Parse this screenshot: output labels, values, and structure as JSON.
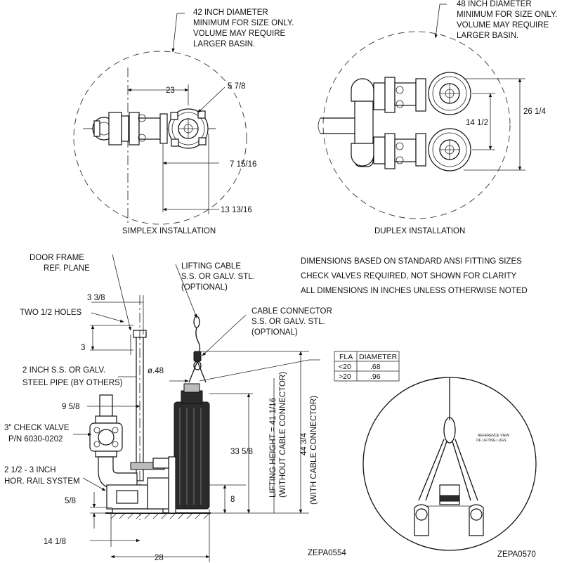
{
  "simplex": {
    "basin_note": [
      "42 INCH DIAMETER",
      "MINIMUM FOR SIZE ONLY.",
      "VOLUME MAY REQUIRE",
      "LARGER BASIN."
    ],
    "dim_23": "23",
    "dim_5_7_8": "5 7/8",
    "dim_7_15_16": "7 15/16",
    "dim_13_13_16": "13 13/16",
    "title": "SIMPLEX INSTALLATION"
  },
  "duplex": {
    "basin_note": [
      "48 INCH DIAMETER",
      "MINIMUM FOR SIZE ONLY.",
      "VOLUME MAY REQUIRE",
      "LARGER BASIN."
    ],
    "dim_26_1_4": "26 1/4",
    "dim_14_1_2": "14 1/2",
    "title": "DUPLEX INSTALLATION"
  },
  "notes": [
    "DIMENSIONS BASED ON STANDARD ANSI FITTING SIZES",
    "CHECK VALVES REQUIRED, NOT SHOWN FOR CLARITY",
    "ALL DIMENSIONS IN INCHES UNLESS OTHERWISE NOTED"
  ],
  "elevation": {
    "door_frame": [
      "DOOR FRAME",
      "REF. PLANE"
    ],
    "lifting_cable": [
      "LIFTING CABLE",
      "S.S. OR GALV. STL.",
      "(OPTIONAL)"
    ],
    "cable_connector": [
      "CABLE CONNECTOR",
      "S.S. OR GALV. STL.",
      "(OPTIONAL)"
    ],
    "dim_3_3_8": "3 3/8",
    "two_holes": "TWO 1/2 HOLES",
    "dim_3": "3",
    "pipe": [
      "2 INCH S.S. OR GALV.",
      "STEEL PIPE (BY OTHERS)"
    ],
    "dim_048": "ø.48",
    "dim_9_5_8": "9 5/8",
    "check_valve": [
      "3\" CHECK VALVE",
      "P/N 6030-0202"
    ],
    "rail": [
      "2 1/2 - 3 INCH",
      "HOR. RAIL SYSTEM"
    ],
    "dim_33_5_8": "33 5/8",
    "lifting_height": [
      "LIFTING HEIGHT = 41 1/16",
      "(WITHOUT CABLE CONNECTOR)"
    ],
    "with_connector": [
      "44 3/4",
      "(WITH CABLE CONNECTOR)"
    ],
    "dim_8": "8",
    "dim_5_8": "5/8",
    "dim_14_1_8": "14 1/8",
    "dim_28": "28"
  },
  "fla_table": {
    "headers": [
      "FLA",
      "DIAMETER"
    ],
    "rows": [
      [
        "<20",
        ".68"
      ],
      [
        ">20",
        ".96"
      ]
    ]
  },
  "reference_view": [
    "REFERENCE VIEW",
    "OF LIFTING LUGS"
  ],
  "drawing_numbers": [
    "ZEPA0554",
    "ZEPA0570"
  ]
}
